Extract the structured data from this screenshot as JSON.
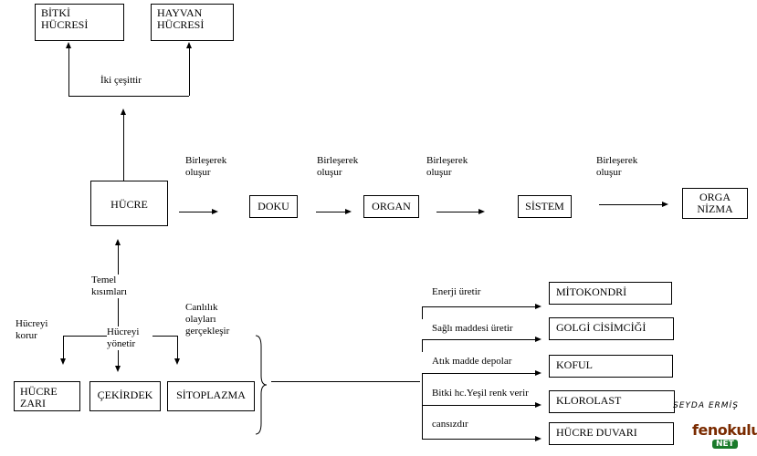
{
  "nodes": {
    "bitki_hucresi": "BİTKİ HÜCRESİ",
    "hayvan_hucresi": "HAYVAN HÜCRESİ",
    "hucre": "HÜCRE",
    "doku": "DOKU",
    "organ": "ORGAN",
    "sistem": "SİSTEM",
    "organizma": "ORGANİZMA",
    "hucre_zari": "HÜCRE ZARI",
    "cekirdek": "ÇEKİRDEK",
    "sitoplazma": "SİTOPLAZMA",
    "mitokondri": "MİTOKONDRİ",
    "golgi": "GOLGİ CİSİMCİĞİ",
    "koful": "KOFUL",
    "kloroplast": "KLOROLAST",
    "hucre_duvari": "HÜCRE DUVARI"
  },
  "labels": {
    "iki_cesittir": "İki çeşittir",
    "birlesere_olusur": "Birleşerek oluşur",
    "temel_kisimlari": "Temel kısımları",
    "hucreyi_korur": "Hücreyi korur",
    "hucreyi_yonetir": "Hücreyi yönetir",
    "canlilik": "Canlılık olayları gerçekleşir",
    "enerji": "Enerji üretir",
    "salgi": "Sağlı maddesi üretir",
    "atik": "Atık madde depolar",
    "bitki_yesil": "Bitki hc.Yeşil renk verir",
    "cansizdir": "cansızdır"
  },
  "signature": "SEYDA ERMİŞ",
  "logo": {
    "text": "fenokulu",
    "sub": "NET"
  }
}
